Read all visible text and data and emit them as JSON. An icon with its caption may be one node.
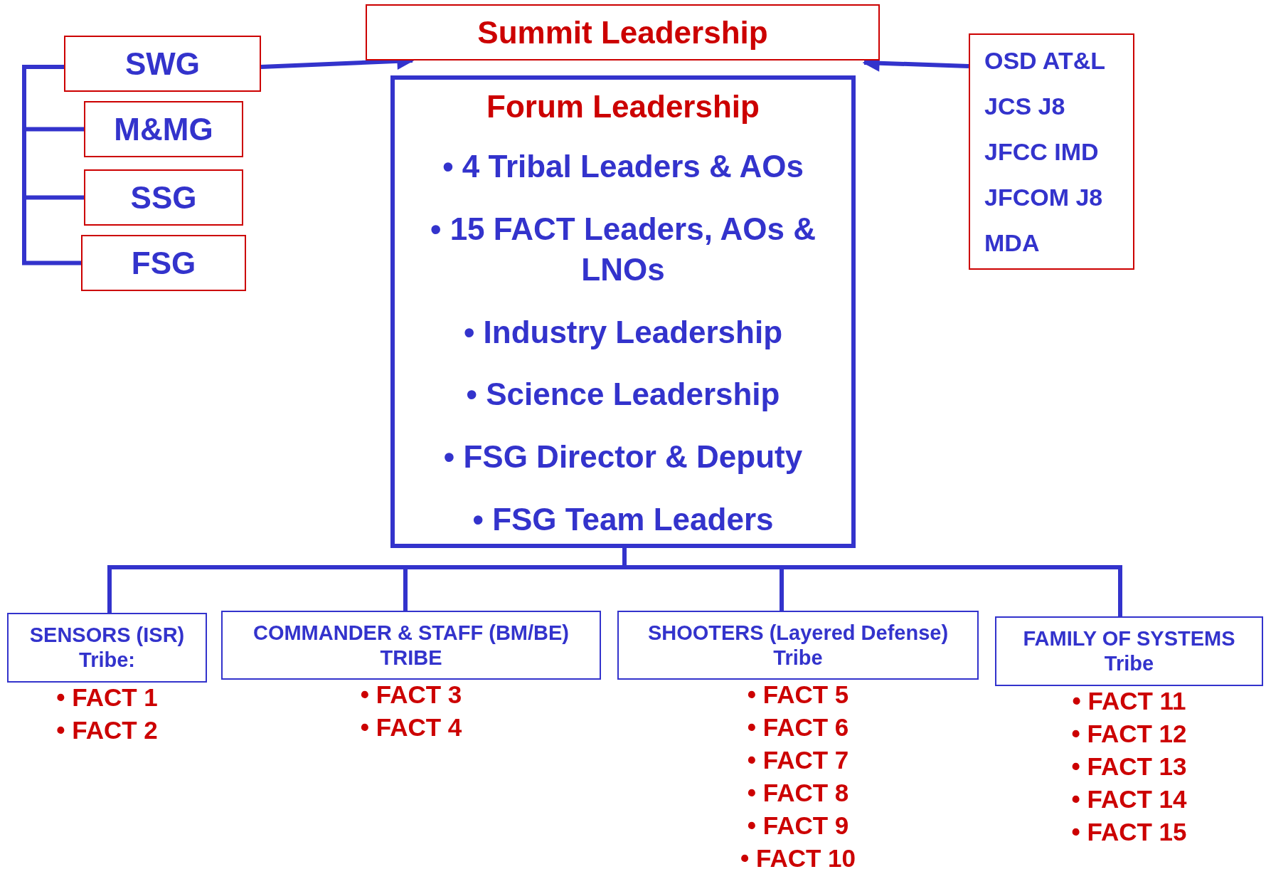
{
  "diagram": {
    "nodes": [
      {
        "text": [
          "Summit Leadership"
        ]
      },
      {
        "text": [
          "SWG"
        ]
      },
      {
        "text": [
          "M&MG"
        ]
      },
      {
        "text": [
          "SSG"
        ]
      },
      {
        "text": [
          "FSG"
        ]
      },
      {
        "text": [
          "Forum Leadership",
          "• 4 Tribal Leaders & AOs",
          "• 15 FACT Leaders, AOs & LNOs",
          "• Industry Leadership",
          "• Science Leadership",
          "• FSG Director & Deputy",
          "• FSG Team Leaders"
        ]
      },
      {
        "text": [
          "OSD AT&L",
          "JCS J8",
          "JFCC IMD",
          "JFCOM J8",
          "MDA"
        ]
      },
      {
        "text": [
          "SENSORS (ISR) Tribe:"
        ],
        "beside": [
          "• FACT 1",
          "• FACT 2"
        ]
      },
      {
        "text": [
          "COMMANDER & STAFF (BM/BE) TRIBE"
        ],
        "beside": [
          "• FACT 3",
          "• FACT 4"
        ]
      },
      {
        "text": [
          "SHOOTERS (Layered Defense) Tribe"
        ],
        "beside": [
          "• FACT 5",
          "• FACT 6",
          "• FACT 7",
          "• FACT 8",
          "• FACT 9",
          "• FACT 10"
        ]
      },
      {
        "text": [
          "FAMILY OF SYSTEMS Tribe"
        ],
        "beside": [
          "• FACT 11",
          "• FACT 12",
          "• FACT 13",
          "• FACT 14",
          "• FACT 15"
        ]
      }
    ],
    "edges": [
      {
        "from": 1,
        "to": 0,
        "arrow": "to"
      },
      {
        "from": 6,
        "to": 0,
        "arrow": "to"
      },
      {
        "from": 1,
        "to": 2,
        "arrow": "none"
      },
      {
        "from": 1,
        "to": 3,
        "arrow": "none"
      },
      {
        "from": 1,
        "to": 4,
        "arrow": "none"
      },
      {
        "from": 5,
        "to": 7,
        "arrow": "none"
      },
      {
        "from": 5,
        "to": 8,
        "arrow": "none"
      },
      {
        "from": 5,
        "to": 9,
        "arrow": "none"
      },
      {
        "from": 5,
        "to": 10,
        "arrow": "none"
      }
    ]
  }
}
